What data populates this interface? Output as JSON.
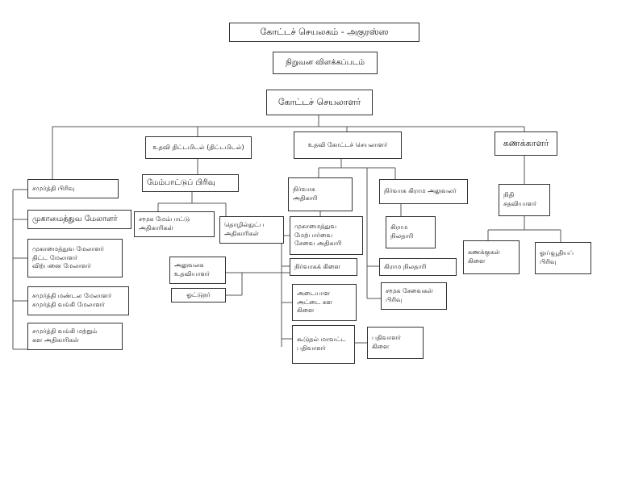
{
  "title": "கோட்டச் செயலகம் - அகுரஸ்ஸ",
  "subtitle": "நிறுவன விளக்கப்படம்",
  "nodes": {
    "root": "கோட்டச் செயலாளர்",
    "asst_planning": "உதவி திட்டமிடல் (திட்டமிடல்)",
    "asst_div_sec": "உதவி கோட்டச் செயலாளர்",
    "accountant": "கணக்காளர்",
    "samurdhi": "சமுர்த்தி பிரிவு",
    "samurdhi_mgr1": "முகாமைத்துவ மேலாளர்",
    "samurdhi_mgr2": "முகாமைத்துவ மேலாளர்\nதிட்ட மேலாளர்\nவிற்பனை மேலாளர்",
    "samurdhi_mgr3": "சமுர்த்தி மண்டல மேலாளர்\nசமுர்த்தி வங்கி மேலாளர்",
    "samurdhi_officers": "சமுர்த்தி வங்கி மற்றும்\nகள அதிகாரிகள்",
    "dev_div": "மேம்பாட்டுப் பிரிவு",
    "social_dev": "சமூக மேம்பாட்டு\nஅதிகாரிகள்",
    "employ_dev": "தொழில்நுட்ப\nஅதிகாரிகள்",
    "asst_dev": "அலுவலக\nஉதவியாளர்",
    "driver": "ஓட்டுநர்",
    "admin_officer": "நிர்வாக\nஅதிகாரி",
    "grama_admin": "நிர்வாக கிராம அலுவலர்",
    "mgmt_service": "முகாமைத்துவ\nமேற்பார்வை\nசேவை அதிகாரி",
    "land_officer": "கிராம\nநிலதாரி",
    "admin_branch": "நிர்வாகக் கிளை",
    "grama_niladhari": "கிராம நிலதாரி",
    "identity_branch": "அடையாள\nஅட்டை கள\nகிளை",
    "social_service": "சமூக சேவைகள்\nபிரிவு",
    "addl_registrar": "கூடுதல் மாவட்ட\nபதிவாளர்",
    "registrar_branch": "பதிவாளர்\nகிளை",
    "accounts_sub": "நிதி\nசதவியாளர்",
    "accounts_branch": "கணக்குகள்\nகிளை",
    "pension_div": "ஓய்வூதியப்\nபிரிவு"
  }
}
